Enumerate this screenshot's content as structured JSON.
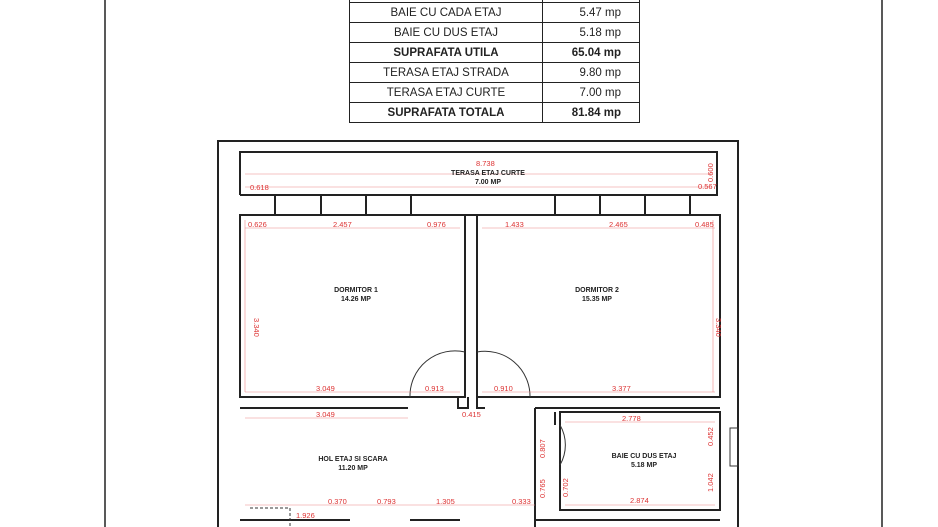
{
  "area_table": [
    {
      "name": "",
      "value": ""
    },
    {
      "name": "BAIE CU CADA ETAJ",
      "value": "5.47 mp",
      "bold": false
    },
    {
      "name": "BAIE CU DUS ETAJ",
      "value": "5.18 mp",
      "bold": false
    },
    {
      "name": "SUPRAFATA UTILA",
      "value": "65.04 mp",
      "bold": true
    },
    {
      "name": "TERASA ETAJ STRADA",
      "value": "9.80 mp",
      "bold": false
    },
    {
      "name": "TERASA ETAJ CURTE",
      "value": "7.00 mp",
      "bold": false
    },
    {
      "name": "SUPRAFATA TOTALA",
      "value": "81.84 mp",
      "bold": true
    }
  ],
  "rooms": {
    "terasa": {
      "name": "TERASA ETAJ CURTE",
      "area": "7.00 MP"
    },
    "dormitor1": {
      "name": "DORMITOR 1",
      "area": "14.26 MP"
    },
    "dormitor2": {
      "name": "DORMITOR 2",
      "area": "15.35 MP"
    },
    "hol": {
      "name": "HOL ETAJ SI SCARA",
      "area": "11.20 MP"
    },
    "baie_dus": {
      "name": "BAIE CU DUS ETAJ",
      "area": "5.18 MP"
    }
  },
  "dimensions": {
    "d8738": "8.738",
    "d0618": "0.618",
    "d0567": "0.567",
    "d0600": "0.600",
    "d0626": "0.626",
    "d2457": "2.457",
    "d0976": "0.976",
    "d1433": "1.433",
    "d2465": "2.465",
    "d0485": "0.485",
    "d3340a": "3.340",
    "d3340b": "3.340",
    "d3049a": "3.049",
    "d0913": "0.913",
    "d0910": "0.910",
    "d3377": "3.377",
    "d3049b": "3.049",
    "d0415": "0.415",
    "d2778": "2.778",
    "d0452": "0.452",
    "d0807": "0.807",
    "d1042": "1.042",
    "d0370": "0.370",
    "d0793": "0.793",
    "d1305": "1.305",
    "d0333": "0.333",
    "d0765": "0.765",
    "d0702": "0.702",
    "d2874": "2.874",
    "d1926": "1.926"
  }
}
